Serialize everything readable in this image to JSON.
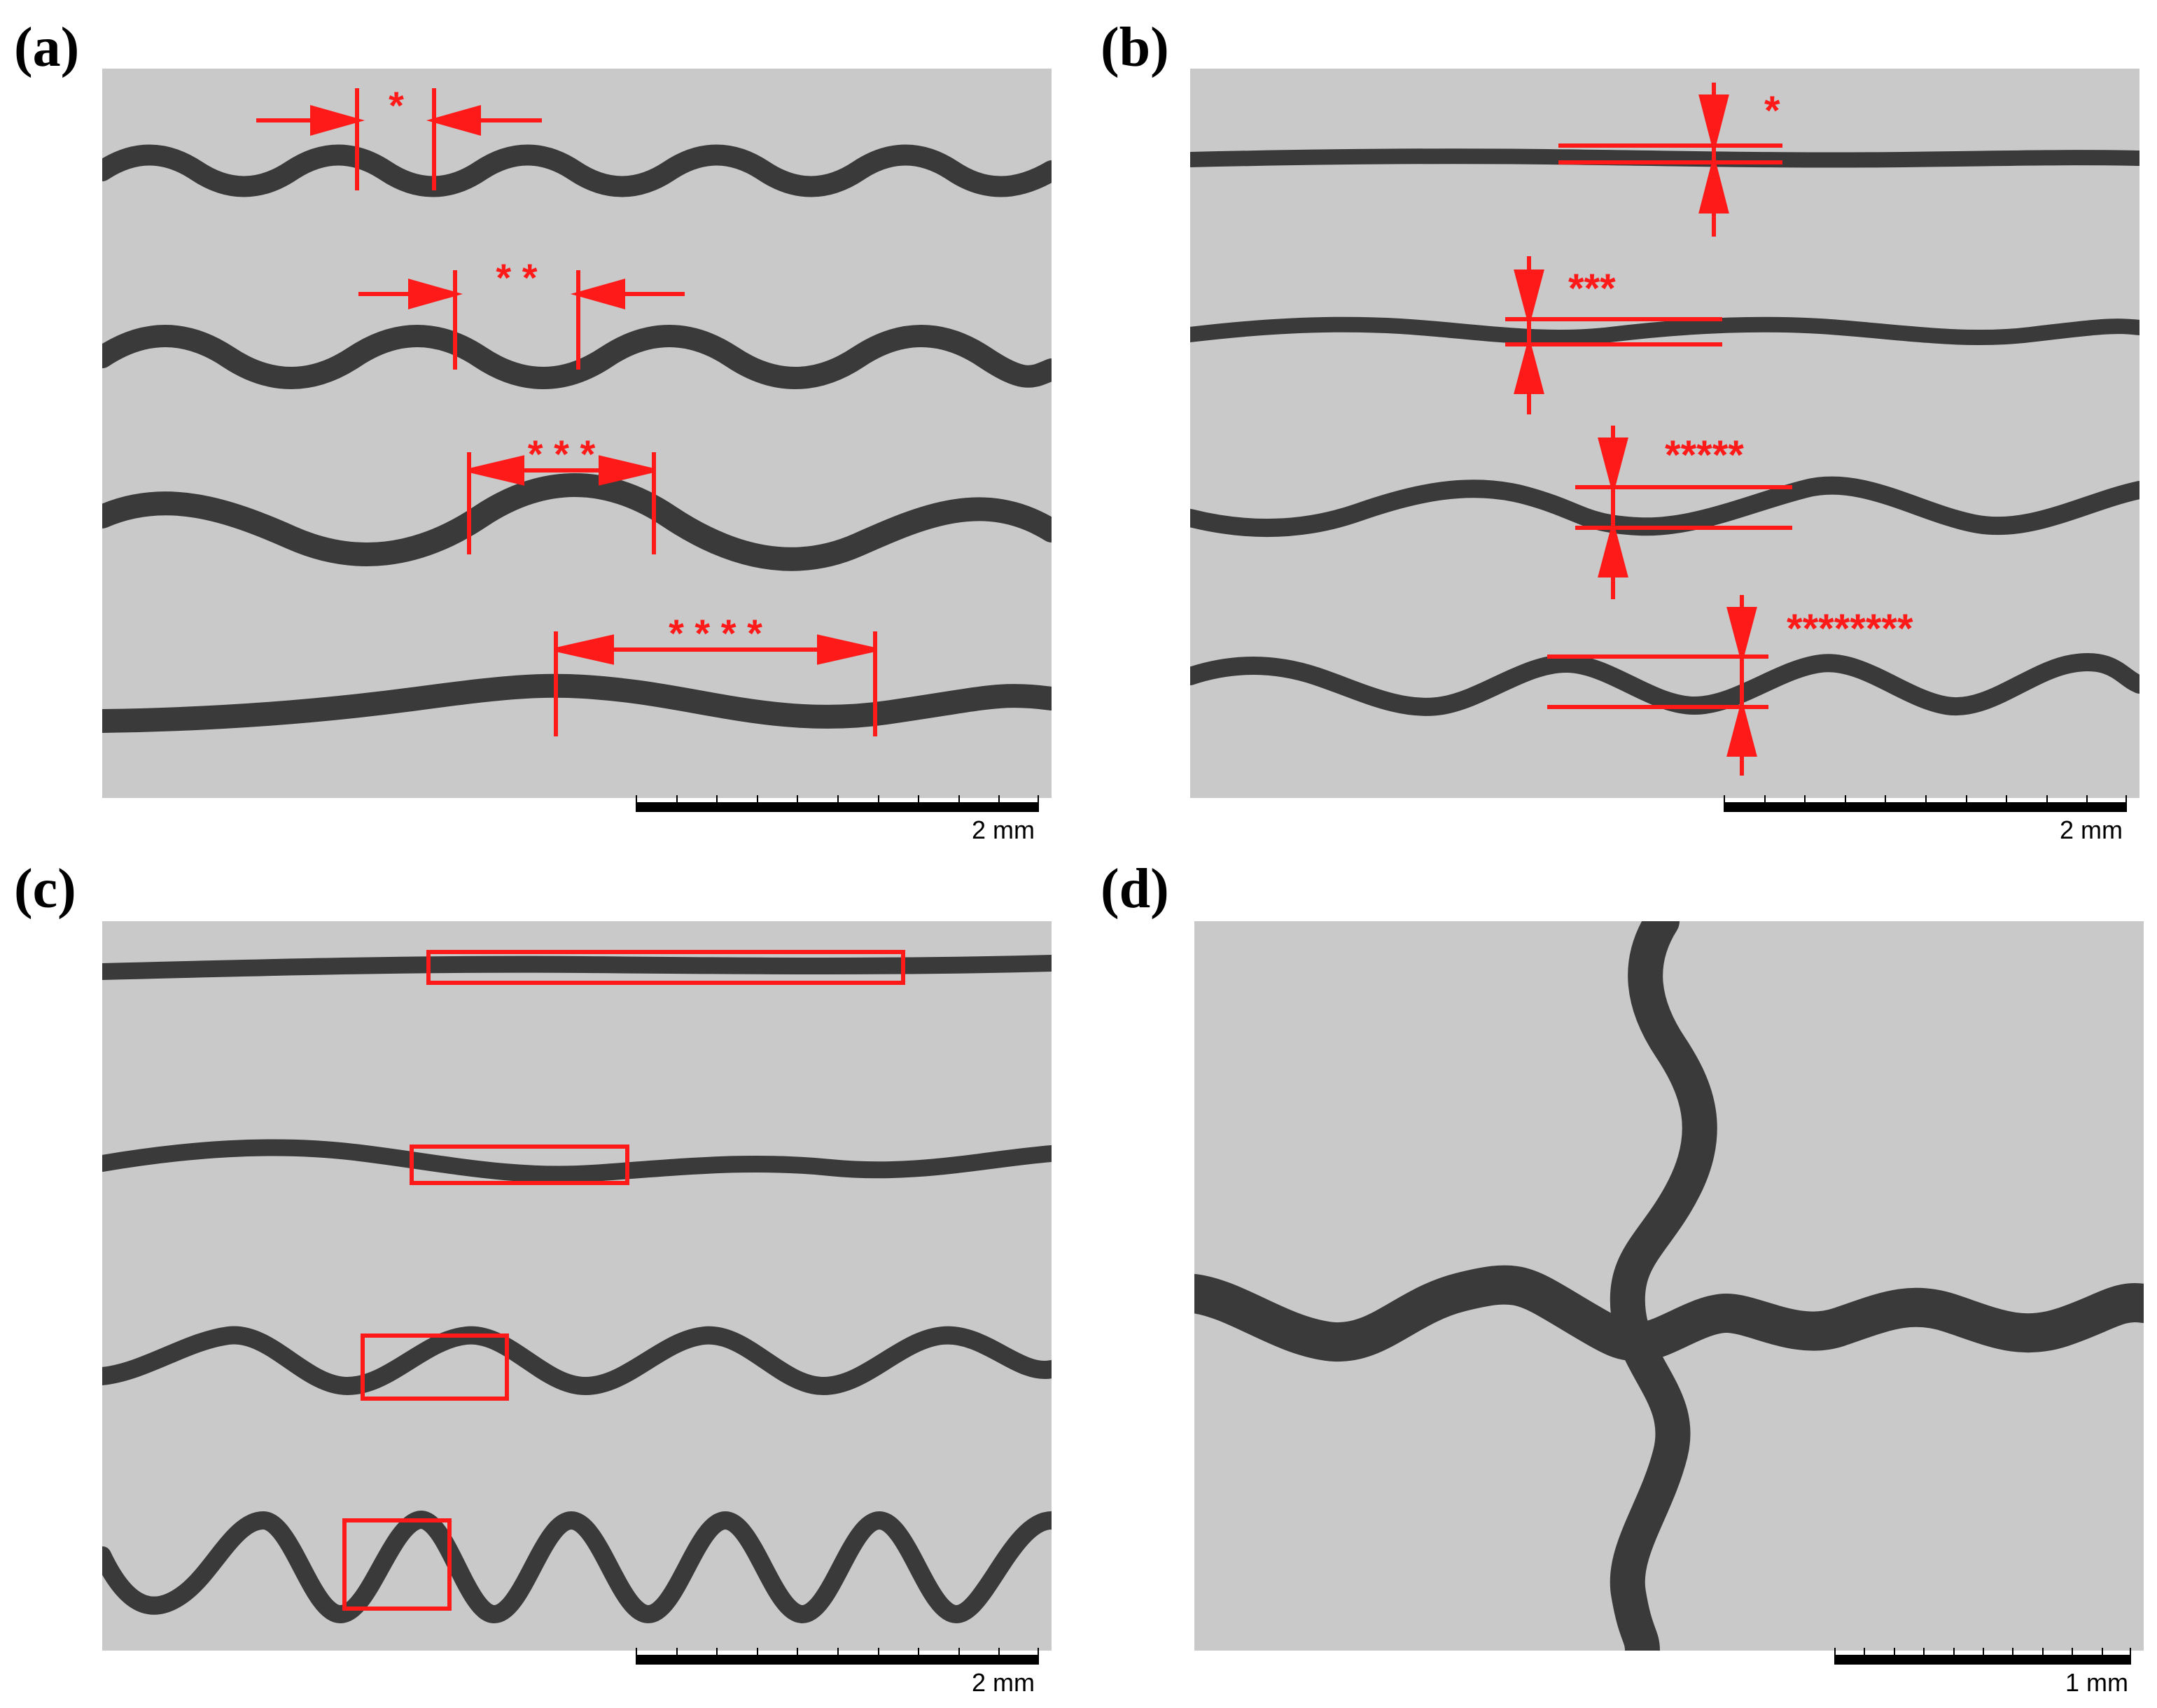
{
  "panels": {
    "a": {
      "label": "(a)",
      "scale_label": "2 mm",
      "annotations": [
        "*",
        "* *",
        "* * *",
        "* * * *"
      ]
    },
    "b": {
      "label": "(b)",
      "scale_label": "2 mm",
      "annotations": [
        "*",
        "***",
        "*****",
        "********"
      ]
    },
    "c": {
      "label": "(c)",
      "scale_label": "2 mm"
    },
    "d": {
      "label": "(d)",
      "scale_label": "1 mm"
    }
  },
  "colors": {
    "background": "#c9c9c9",
    "line": "#3a3a3a",
    "annotation": "#ff1a1a"
  }
}
